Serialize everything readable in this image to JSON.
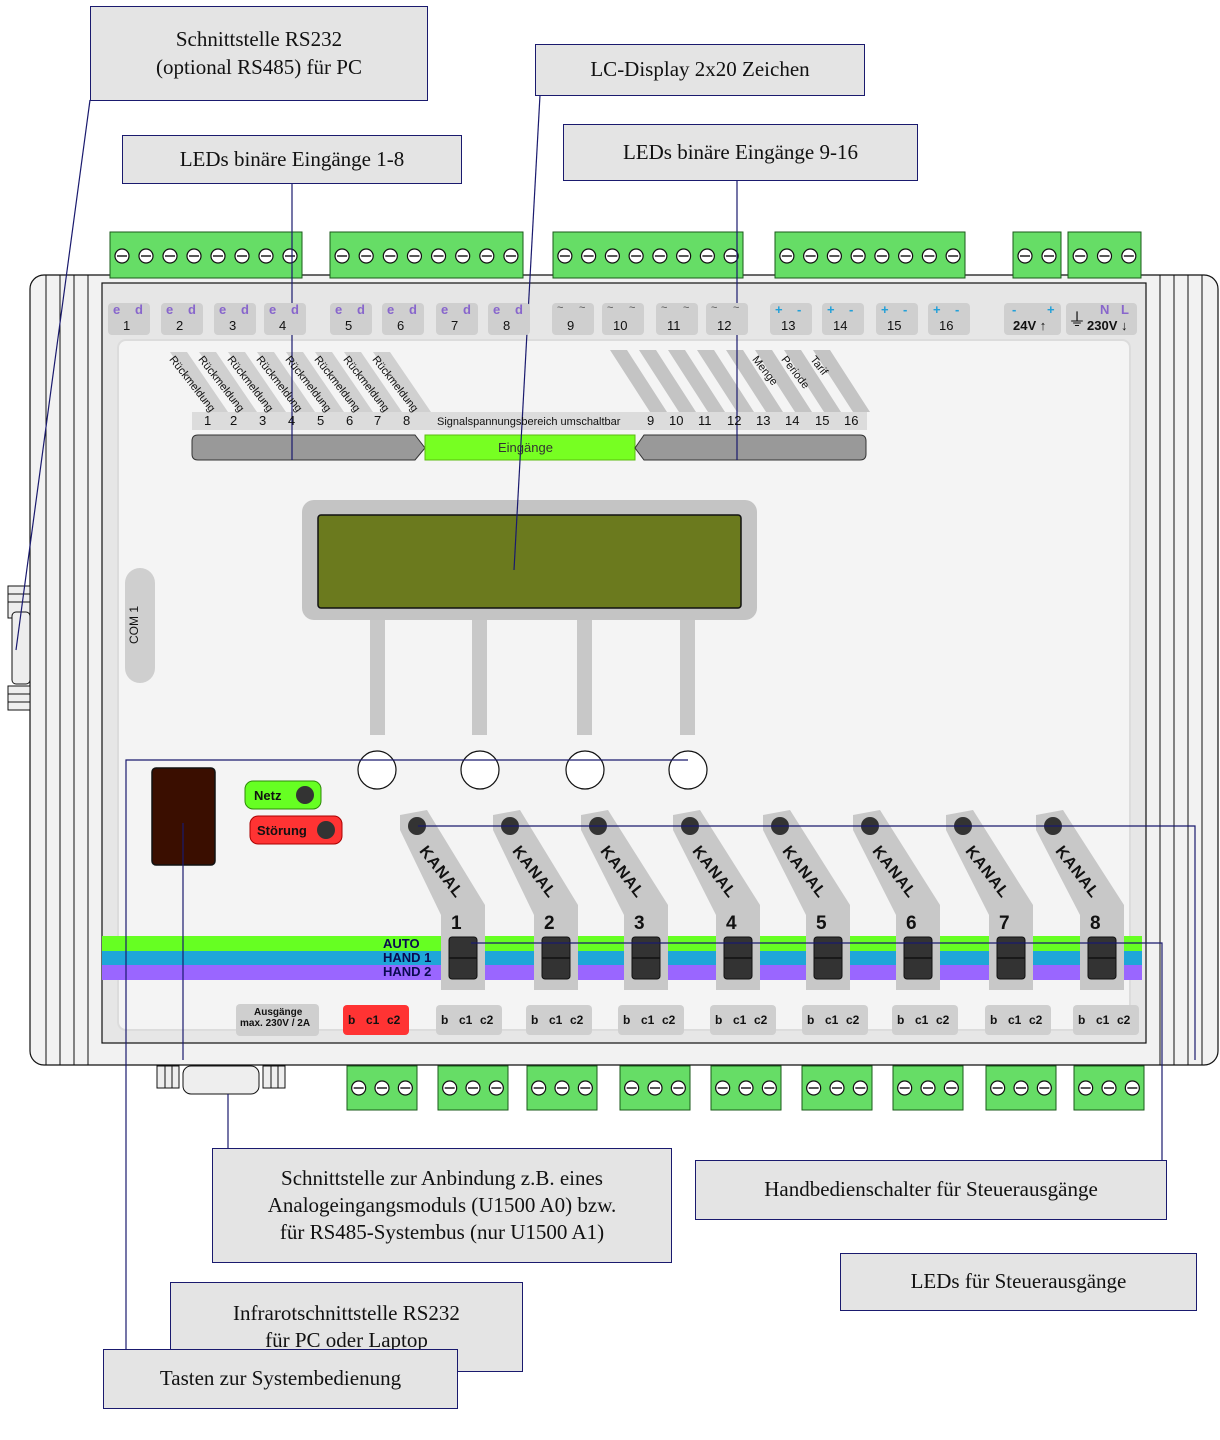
{
  "callouts": {
    "rs232_pc": [
      "Schnittstelle RS232",
      "(optional RS485) für PC"
    ],
    "lcd": "LC-Display 2x20 Zeichen",
    "leds_1_8": "LEDs binäre Eingänge 1-8",
    "leds_9_16": "LEDs binäre Eingänge 9-16",
    "bus": [
      "Schnittstelle zur Anbindung z.B. eines",
      "Analogeingangsmoduls (U1500 A0) bzw.",
      "für RS485-Systembus (nur U1500 A1)"
    ],
    "handbedien": "Handbedienschalter für Steuerausgänge",
    "leds_out": "LEDs für Steuerausgänge",
    "infrared": [
      "Infrarotschnittstelle RS232",
      "für PC oder Laptop"
    ],
    "tasten": "Tasten zur Systembedienung"
  },
  "device": {
    "input_terminals_ed": [
      {
        "pol": [
          "e",
          "d"
        ],
        "num": "1"
      },
      {
        "pol": [
          "e",
          "d"
        ],
        "num": "2"
      },
      {
        "pol": [
          "e",
          "d"
        ],
        "num": "3"
      },
      {
        "pol": [
          "e",
          "d"
        ],
        "num": "4"
      },
      {
        "pol": [
          "e",
          "d"
        ],
        "num": "5"
      },
      {
        "pol": [
          "e",
          "d"
        ],
        "num": "6"
      },
      {
        "pol": [
          "e",
          "d"
        ],
        "num": "7"
      },
      {
        "pol": [
          "e",
          "d"
        ],
        "num": "8"
      }
    ],
    "input_terminals_ac": [
      {
        "pol": [
          "~",
          "~"
        ],
        "num": "9"
      },
      {
        "pol": [
          "~",
          "~"
        ],
        "num": "10"
      },
      {
        "pol": [
          "~",
          "~"
        ],
        "num": "11"
      },
      {
        "pol": [
          "~",
          "~"
        ],
        "num": "12"
      }
    ],
    "input_terminals_dc": [
      {
        "pol": [
          "+",
          "-"
        ],
        "num": "13"
      },
      {
        "pol": [
          "+",
          "-"
        ],
        "num": "14"
      },
      {
        "pol": [
          "+",
          "-"
        ],
        "num": "15"
      },
      {
        "pol": [
          "+",
          "-"
        ],
        "num": "16"
      }
    ],
    "supply_24v": {
      "pol": [
        "-",
        "+"
      ],
      "label": "24V"
    },
    "supply_230v": {
      "pol": [
        "N",
        "L"
      ],
      "label": "230V"
    },
    "rueckmeldung": "Rückmeldung",
    "input_tags": [
      "Menge",
      "Periode",
      "Tarif"
    ],
    "input_numbers": [
      "1",
      "2",
      "3",
      "4",
      "5",
      "6",
      "7",
      "8",
      "9",
      "10",
      "11",
      "12",
      "13",
      "14",
      "15",
      "16"
    ],
    "signal_range": "Signalspannungsbereich umschaltbar",
    "eingaenge": "Eingänge",
    "com": "COM 1",
    "netz": "Netz",
    "stoerung": "Störung",
    "kanal": "KANAL",
    "channels": [
      "1",
      "2",
      "3",
      "4",
      "5",
      "6",
      "7",
      "8"
    ],
    "modes": [
      "AUTO",
      "HAND 1",
      "HAND 2"
    ],
    "outputs_label": [
      "Ausgänge",
      "max. 230V / 2A"
    ],
    "output_terminal": [
      "b",
      "c1",
      "c2"
    ]
  },
  "colors": {
    "terminal_green": "#66dd66",
    "lcd": "#6b7a1e",
    "auto_bar": "#66ff22",
    "hand1_bar": "#1fa6d8",
    "hand2_bar": "#9a66ff",
    "eingaenge_green": "#77ff22",
    "stoerung_red": "#ff3333",
    "ir_window": "#3a0e00"
  }
}
